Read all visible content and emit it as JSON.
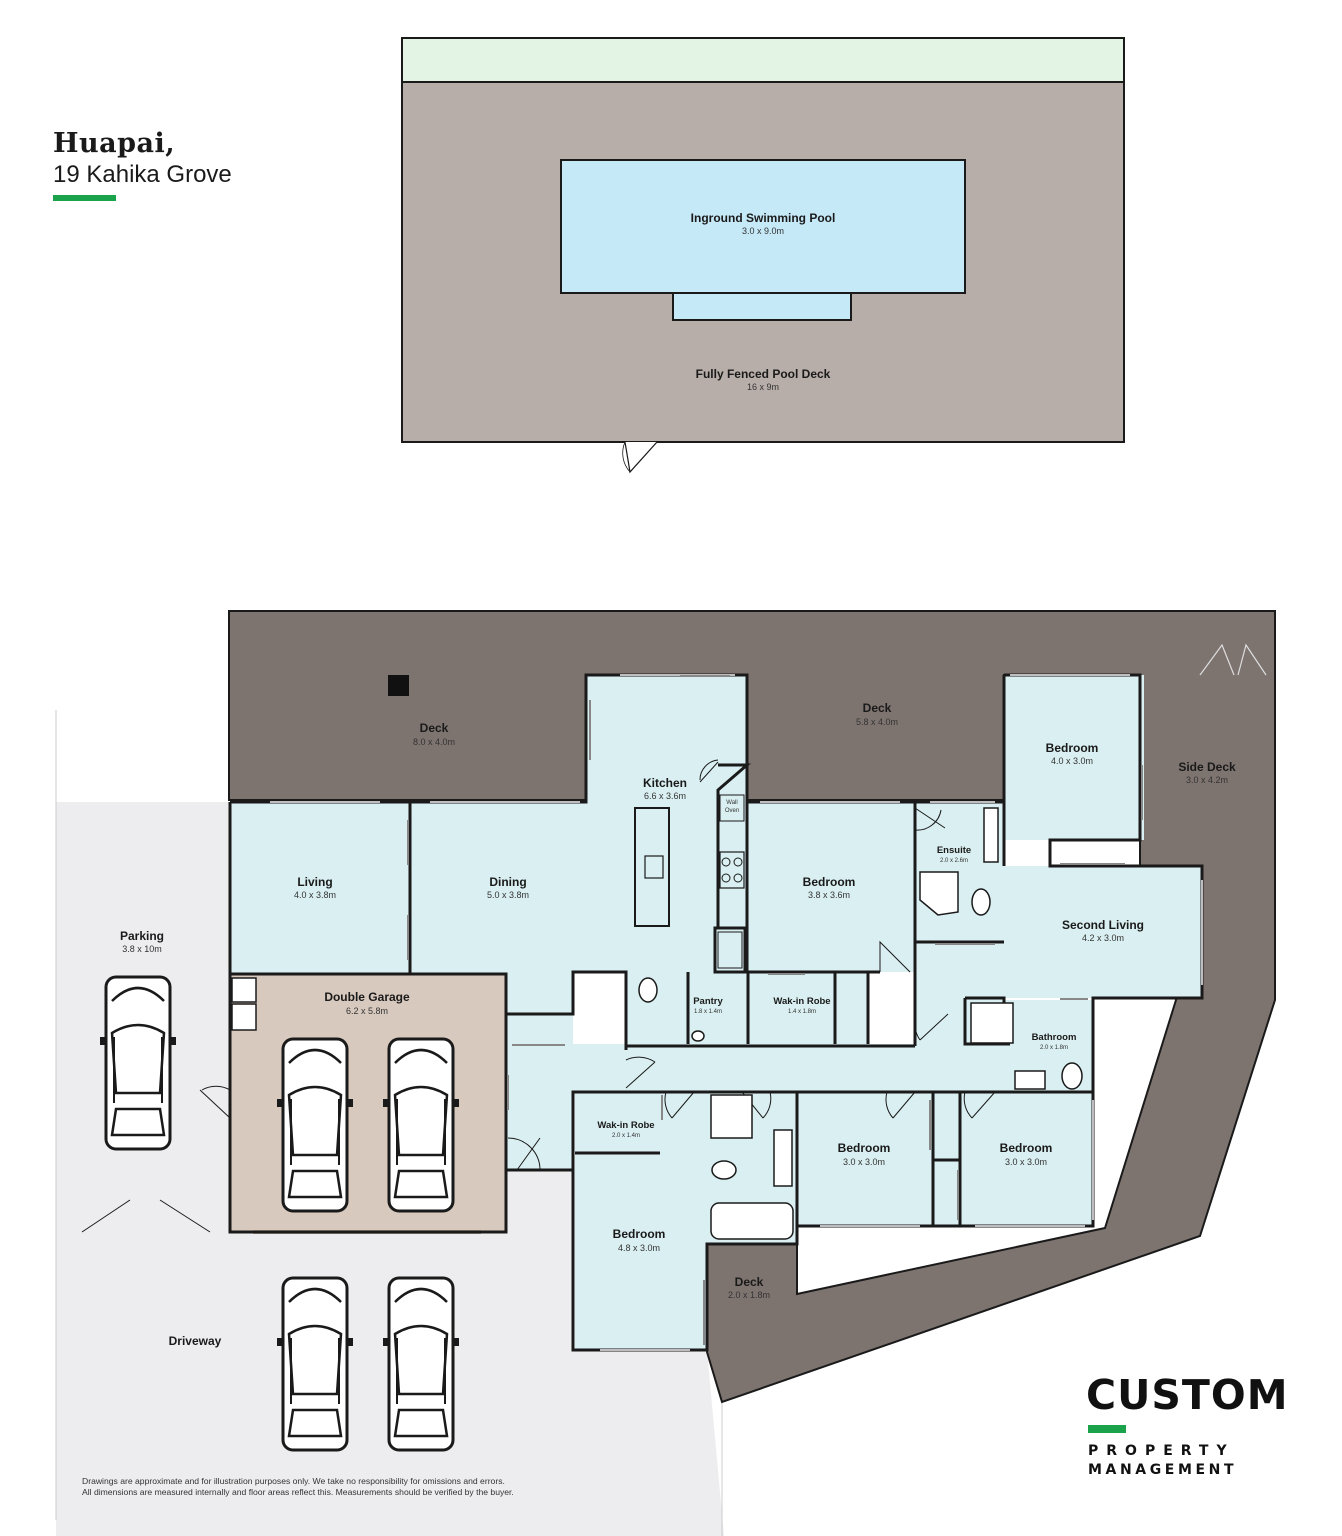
{
  "header": {
    "title": "Huapai,",
    "address": "19 Kahika Grove"
  },
  "colors": {
    "room": "#daeff1",
    "deck": "#7d7470",
    "pool_deck": "#b8aea9",
    "pool": "#c6e9f8",
    "garage": "#d8c9be",
    "paving": "#ededef",
    "lawn": "#e3f3e4",
    "wall": "#1a1a1a",
    "accent": "#1aa34a"
  },
  "rooms": {
    "pool": {
      "name": "Inground Swimming Pool",
      "dims": "3.0 x 9.0m"
    },
    "pool_deck": {
      "name": "Fully Fenced Pool Deck",
      "dims": "16 x 9m"
    },
    "deck_west": {
      "name": "Deck",
      "dims": "8.0 x 4.0m"
    },
    "deck_mid": {
      "name": "Deck",
      "dims": "5.8 x 4.0m"
    },
    "side_deck": {
      "name": "Side Deck",
      "dims": "3.0 x 4.2m"
    },
    "kitchen": {
      "name": "Kitchen",
      "dims": "6.6 x 3.6m"
    },
    "bedroom_ne": {
      "name": "Bedroom",
      "dims": "4.0 x 3.0m"
    },
    "living": {
      "name": "Living",
      "dims": "4.0 x 3.8m"
    },
    "dining": {
      "name": "Dining",
      "dims": "5.0 x 3.8m"
    },
    "bedroom_master": {
      "name": "Bedroom",
      "dims": "3.8 x 3.6m"
    },
    "ensuite": {
      "name": "Ensuite",
      "dims": "2.0 x 2.6m"
    },
    "second_living": {
      "name": "Second Living",
      "dims": "4.2 x 3.0m"
    },
    "parking": {
      "name": "Parking",
      "dims": "3.8 x 10m"
    },
    "garage": {
      "name": "Double Garage",
      "dims": "6.2 x 5.8m"
    },
    "pantry": {
      "name": "Pantry",
      "dims": "1.8 x 1.4m"
    },
    "walkin_robe_1": {
      "name": "Wak-in Robe",
      "dims": "1.4 x 1.8m"
    },
    "bathroom": {
      "name": "Bathroom",
      "dims": "2.0 x 1.8m"
    },
    "walkin_robe_2": {
      "name": "Wak-in Robe",
      "dims": "2.0 x 1.4m"
    },
    "bedroom_mid": {
      "name": "Bedroom",
      "dims": "3.0 x 3.0m"
    },
    "bedroom_east": {
      "name": "Bedroom",
      "dims": "3.0 x 3.0m"
    },
    "bedroom_sw": {
      "name": "Bedroom",
      "dims": "4.8 x 3.0m"
    },
    "deck_small": {
      "name": "Deck",
      "dims": "2.0 x 1.8m"
    },
    "driveway": {
      "name": "Driveway"
    }
  },
  "fixtures": {
    "wall_oven_line1": "Wall",
    "wall_oven_line2": "Oven"
  },
  "disclaimer": {
    "line1": "Drawings are approximate and for illustration purposes only.  We take no responsibility for omissions and errors.",
    "line2": "All dimensions are measured internally and floor areas reflect this.  Measurements should be verified by the buyer."
  },
  "logo": {
    "main": "CUSTOM",
    "line1": "PROPERTY",
    "line2": "MANAGEMENT"
  }
}
